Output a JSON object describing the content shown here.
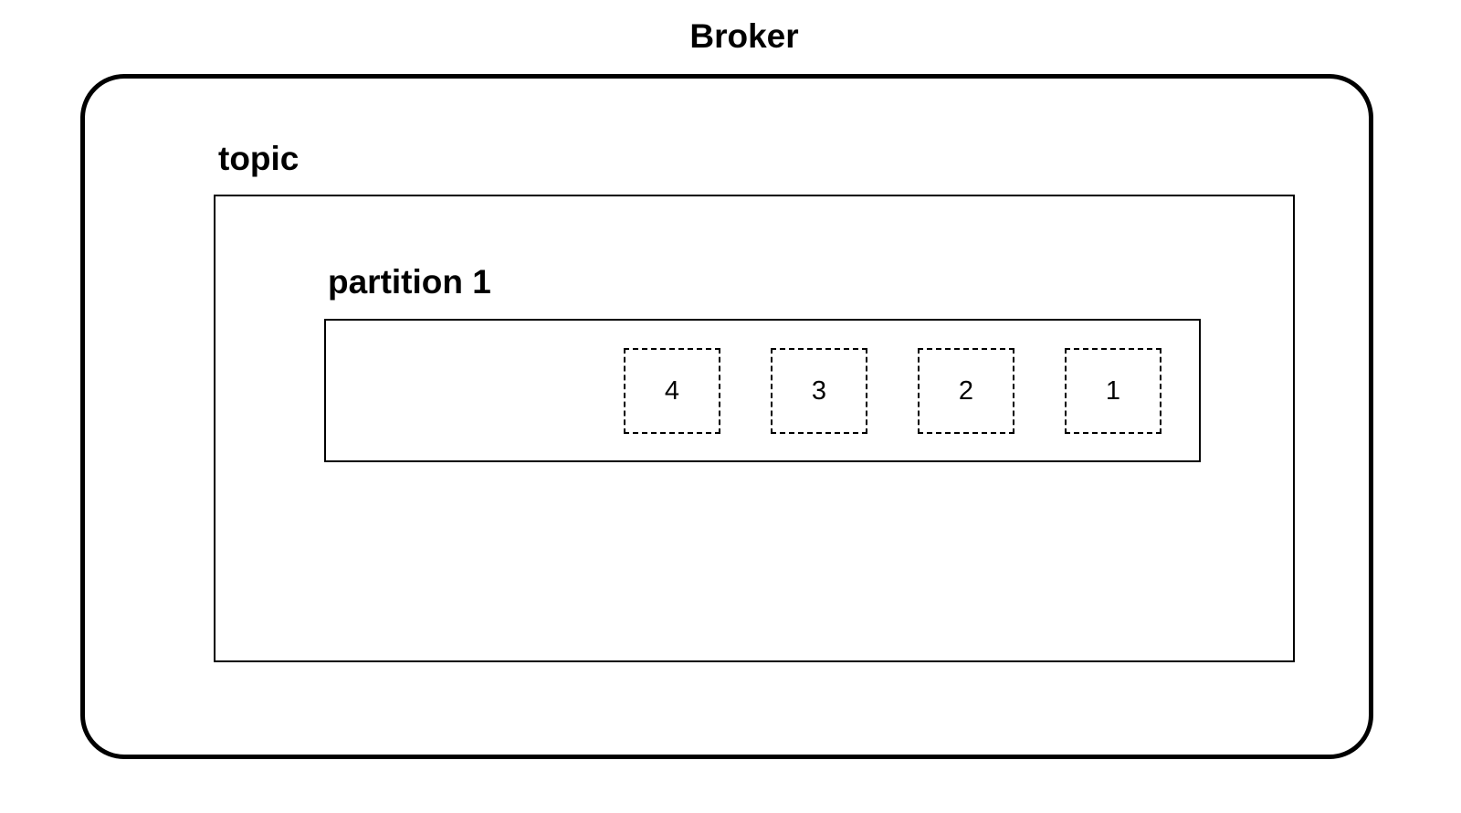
{
  "broker": {
    "title": "Broker"
  },
  "topic": {
    "label": "topic"
  },
  "partition": {
    "label": "partition 1",
    "messages": [
      "4",
      "3",
      "2",
      "1"
    ]
  }
}
